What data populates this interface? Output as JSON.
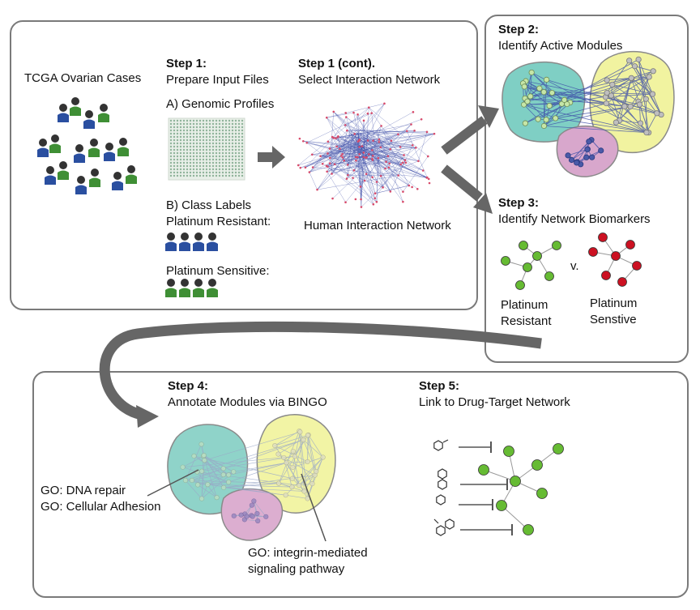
{
  "panel1": {
    "cases_label": "TCGA Ovarian Cases",
    "step1_title": "Step 1:",
    "step1_desc": "Prepare Input Files",
    "genomic_label": "A)  Genomic Profiles",
    "class_label": "B)  Class Labels",
    "resistant_label": "Platinum Resistant:",
    "sensitive_label": "Platinum Sensitive:",
    "step1b_title": "Step 1 (cont).",
    "step1b_desc": "Select Interaction Network",
    "network_label": "Human Interaction Network"
  },
  "panel2": {
    "step2_title": "Step 2:",
    "step2_desc": "Identify Active Modules",
    "step3_title": "Step 3:",
    "step3_desc": "Identify Network Biomarkers",
    "versus": "v.",
    "resistant_line1": "Platinum",
    "resistant_line2": "Resistant",
    "sensitive_line1": "Platinum",
    "sensitive_line2": "Senstive"
  },
  "panel3": {
    "step4_title": "Step 4:",
    "step4_desc": "Annotate Modules via BINGO",
    "go_dna": "GO:  DNA repair",
    "go_adhesion": "GO:  Cellular Adhesion",
    "go_integrin_1": "GO:  integrin-mediated",
    "go_integrin_2": "signaling pathway",
    "step5_title": "Step 5:",
    "step5_desc": "Link to Drug-Target Network"
  },
  "colors": {
    "border": "#7a7a7a",
    "arrow": "#666666",
    "teal": "#7fcfc4",
    "yellow": "#f1f3a0",
    "pink": "#d8a7cc",
    "green_node": "#66bb33",
    "red_node": "#cc1122",
    "person_blue": "#2a4fa0",
    "person_green": "#3f8f35",
    "edge_blue": "#3f4fa8"
  }
}
